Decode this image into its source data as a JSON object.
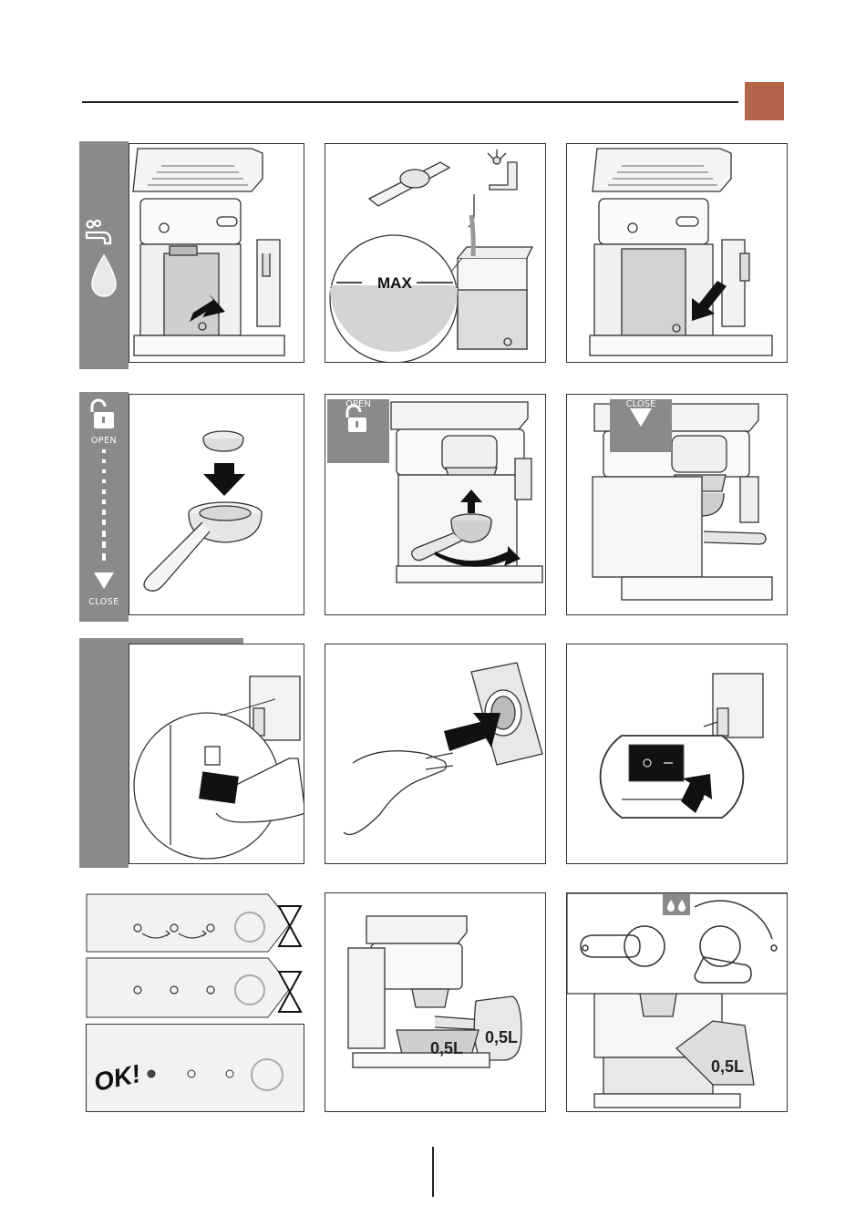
{
  "header": {
    "accent_color": "#b5654a",
    "rule_color": "#222222"
  },
  "sidebars": {
    "water": {
      "icon_names": [
        "tap-icon",
        "water-drop-icon"
      ]
    },
    "filter": {
      "open_label": "OPEN",
      "close_label": "CLOSE",
      "icon_names": [
        "unlock-icon",
        "down-arrow-icon"
      ]
    },
    "cable": {
      "icon_names": [
        "power-cable-icon"
      ]
    }
  },
  "panels": {
    "fill_tank": {
      "max_label": "MAX"
    },
    "attach_open": {
      "badge_label": "OPEN"
    },
    "attach_close": {
      "badge_label": "CLOSE"
    },
    "rinse": {
      "volume_label_1": "0,5L",
      "volume_label_2": "0,5L"
    },
    "steam_rinse": {
      "volume_label": "0,5L"
    },
    "leds": {
      "ok_label": "OK!"
    }
  }
}
